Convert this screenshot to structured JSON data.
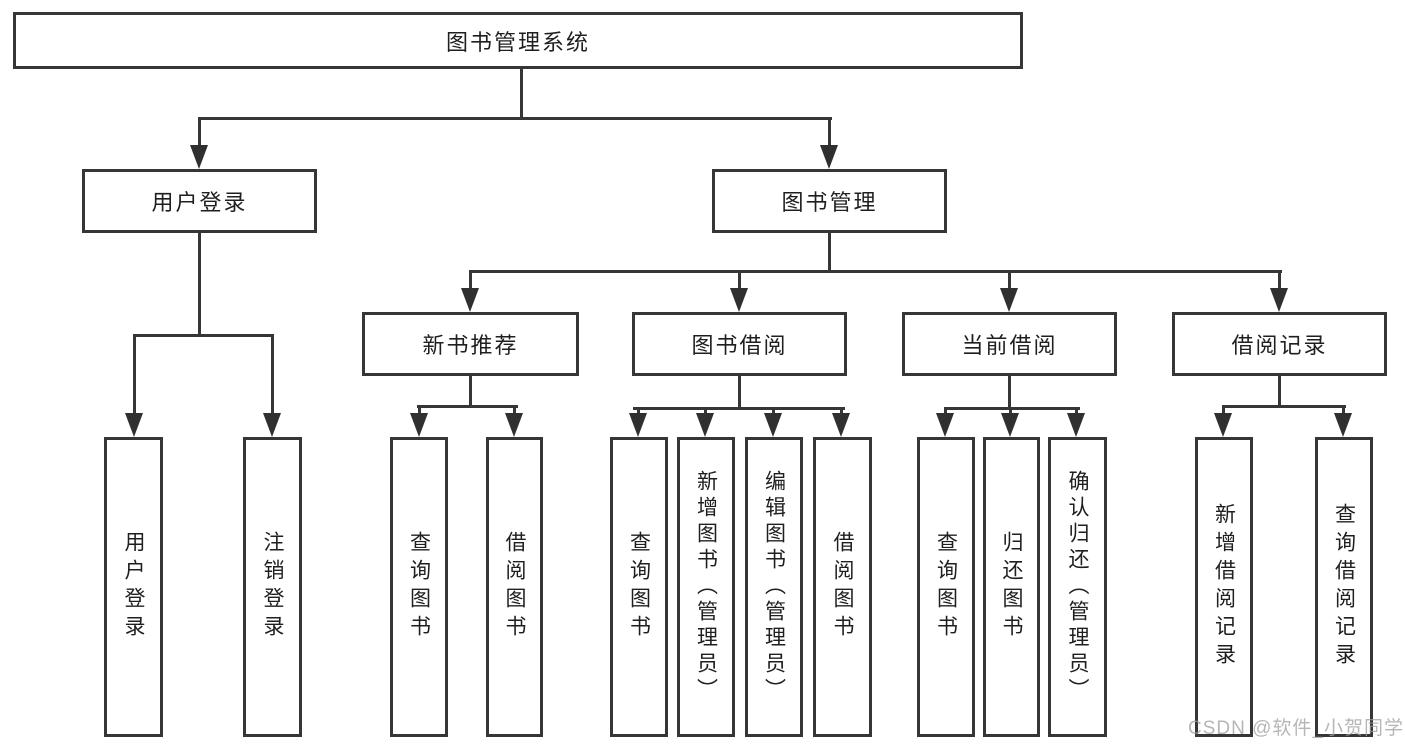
{
  "diagram": {
    "type": "hierarchy-tree",
    "colors": {
      "line": "#363636",
      "text": "#1f1f1f",
      "background": "#ffffff",
      "watermark": "#9e9e9e"
    },
    "watermark": "CSDN @软件_小贺同学",
    "tree": {
      "root": {
        "label": "图书管理系统",
        "children": [
          {
            "label": "用户登录",
            "children": [
              {
                "label": "用户登录"
              },
              {
                "label": "注销登录"
              }
            ]
          },
          {
            "label": "图书管理",
            "children": [
              {
                "label": "新书推荐",
                "children": [
                  {
                    "label": "查询图书"
                  },
                  {
                    "label": "借阅图书"
                  }
                ]
              },
              {
                "label": "图书借阅",
                "children": [
                  {
                    "label": "查询图书"
                  },
                  {
                    "label": "新增图书（管理员）"
                  },
                  {
                    "label": "编辑图书（管理员）"
                  },
                  {
                    "label": "借阅图书"
                  }
                ]
              },
              {
                "label": "当前借阅",
                "children": [
                  {
                    "label": "查询图书"
                  },
                  {
                    "label": "归还图书"
                  },
                  {
                    "label": "确认归还（管理员）"
                  }
                ]
              },
              {
                "label": "借阅记录",
                "children": [
                  {
                    "label": "新增借阅记录"
                  },
                  {
                    "label": "查询借阅记录"
                  }
                ]
              }
            ]
          }
        ]
      }
    }
  }
}
